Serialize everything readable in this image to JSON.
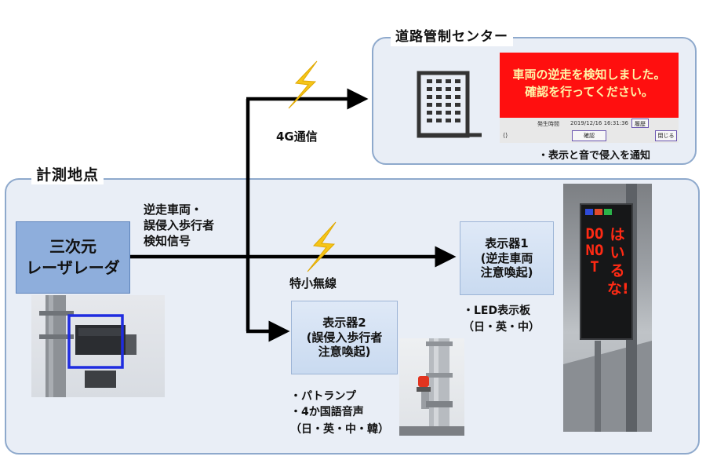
{
  "control_center": {
    "title": "道路管制センター",
    "alert": {
      "line1": "車両の逆走を検知しました。",
      "line2": "確認を行ってください。",
      "time_label": "発生時間",
      "time_value": "2019/12/16 16:31:36",
      "detail_button": "履歴",
      "confirm_button": "確認",
      "close_button": "閉じる"
    },
    "note": "・表示と音で侵入を通知"
  },
  "measurement_site": {
    "title": "計測地点",
    "radar": {
      "line1": "三次元",
      "line2": "レーザレーダ"
    }
  },
  "links": {
    "signal_line1": "逆走車両・",
    "signal_line2": "誤侵入歩行者",
    "signal_line3": "検知信号",
    "comm_4g": "4G通信",
    "radio": "特小無線"
  },
  "display1": {
    "line1": "表示器1",
    "line2": "(逆走車両",
    "line3": "注意喚起)",
    "note1": "・LED表示板",
    "note2": "（日・英・中）"
  },
  "display2": {
    "line1": "表示器2",
    "line2": "(誤侵入歩行者",
    "line3": "注意喚起)",
    "note1": "・パトランプ",
    "note2": "・4か国語音声",
    "note3": "（日・英・中・韓）"
  },
  "led_sign": {
    "col_en": "DO NOT",
    "col_jp": "はいるな!"
  },
  "colors": {
    "panel_fill": "#e9eef6",
    "panel_border": "#8ea9cc",
    "radar_fill": "#8eaedc",
    "alert_red": "#ff0f0f",
    "bolt_yellow": "#f5c518",
    "led_red": "#ff2a14"
  }
}
